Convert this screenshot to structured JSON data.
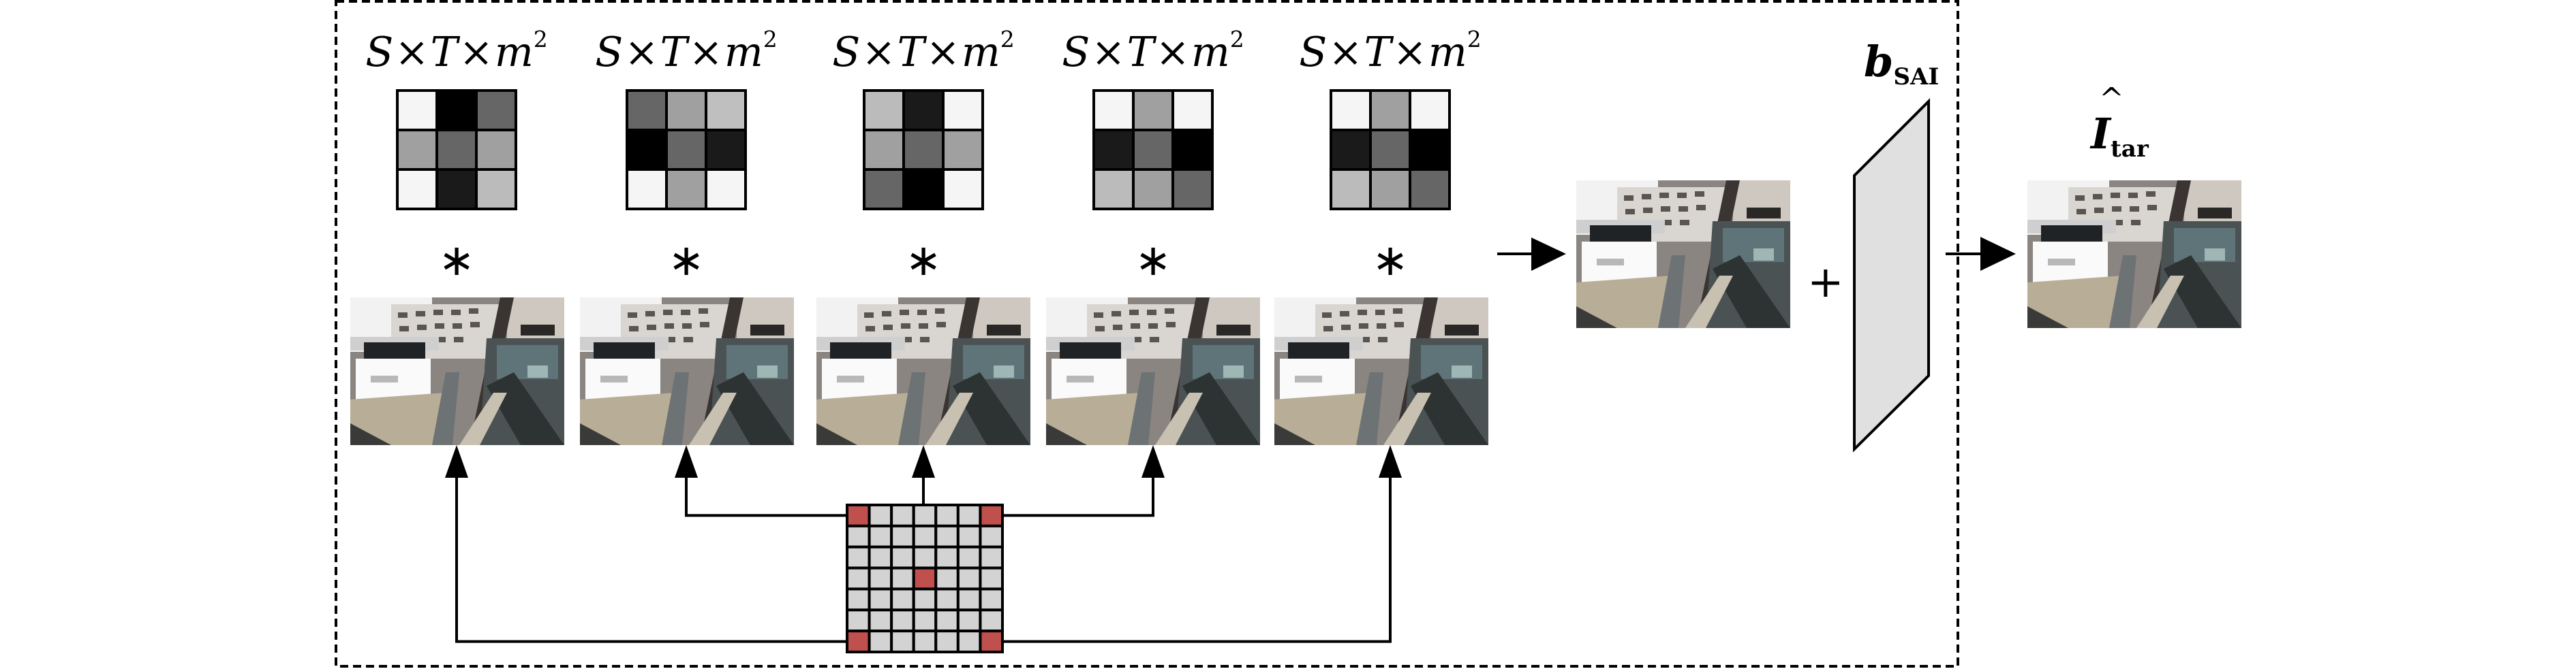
{
  "figure": {
    "kernel_label": {
      "s": "S",
      "times": "×",
      "t": "T",
      "m": "m",
      "exp": "2"
    },
    "convolution_symbol": "∗",
    "plus_symbol": "+",
    "bias_label": {
      "main": "b",
      "sub": "SAI"
    },
    "output_label": {
      "hat": "^",
      "main": "I",
      "sub": "tar"
    },
    "kernels": [
      [
        [
          "#f5f5f5",
          "#000000",
          "#666666"
        ],
        [
          "#a0a0a0",
          "#666666",
          "#a0a0a0"
        ],
        [
          "#f5f5f5",
          "#1a1a1a",
          "#bbbbbb"
        ]
      ],
      [
        [
          "#666666",
          "#a0a0a0",
          "#bfbfbf"
        ],
        [
          "#000000",
          "#666666",
          "#1a1a1a"
        ],
        [
          "#f5f5f5",
          "#a0a0a0",
          "#f5f5f5"
        ]
      ],
      [
        [
          "#bbbbbb",
          "#1a1a1a",
          "#f5f5f5"
        ],
        [
          "#a0a0a0",
          "#666666",
          "#a0a0a0"
        ],
        [
          "#666666",
          "#000000",
          "#f5f5f5"
        ]
      ],
      [
        [
          "#f5f5f5",
          "#a0a0a0",
          "#f5f5f5"
        ],
        [
          "#1a1a1a",
          "#666666",
          "#000000"
        ],
        [
          "#bbbbbb",
          "#a0a0a0",
          "#666666"
        ]
      ],
      [
        [
          "#f5f5f5",
          "#a0a0a0",
          "#f5f5f5"
        ],
        [
          "#1a1a1a",
          "#666666",
          "#000000"
        ],
        [
          "#bbbbbb",
          "#a0a0a0",
          "#666666"
        ]
      ]
    ],
    "input_images_count": 5,
    "image_content": "street scene: building, white car, pole, dark car",
    "sai_grid": {
      "rows": 7,
      "cols": 7,
      "highlighted": [
        [
          0,
          0
        ],
        [
          0,
          6
        ],
        [
          3,
          3
        ],
        [
          6,
          0
        ],
        [
          6,
          6
        ]
      ],
      "cell_color": "#d3d3d3",
      "highlight_color": "#c0504d"
    },
    "bias_plane_color": "#e0e0e0"
  }
}
